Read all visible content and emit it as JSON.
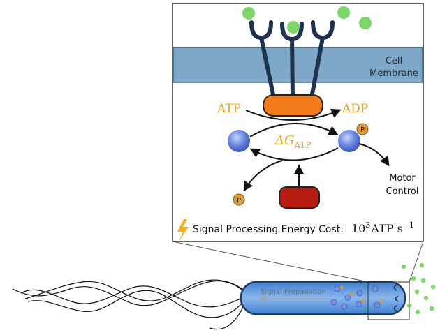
{
  "membrane": {
    "line1": "Cell",
    "line2": "Membrane"
  },
  "reaction": {
    "atp": "ATP",
    "adp": "ADP",
    "delta": "ΔG",
    "delta_sub": "ATP",
    "phosphate": "P",
    "phosphate_released": "P"
  },
  "output": {
    "line1": "Motor",
    "line2": "Control"
  },
  "cost": {
    "prefix": "Signal Processing Energy Cost: ",
    "base": "10",
    "exp": "3",
    "unit": "ATP s",
    "unit_exp": "−1"
  },
  "cell": {
    "propagation_label": "Signal Propagation"
  },
  "colors": {
    "membrane": "#7fa8c8",
    "receptor": "#1f3350",
    "ligand": "#7ed66a",
    "kinase": "#f27b1b",
    "regulator": "#b81d12",
    "protein": "#6a88e0",
    "phosphate": "#d89a3c",
    "atp_label": "#e6a21e",
    "bolt": "#f3b21a",
    "cell_body": "#5b93d8"
  },
  "icons": [
    "lightning-bolt-icon",
    "phosphate-icon"
  ]
}
